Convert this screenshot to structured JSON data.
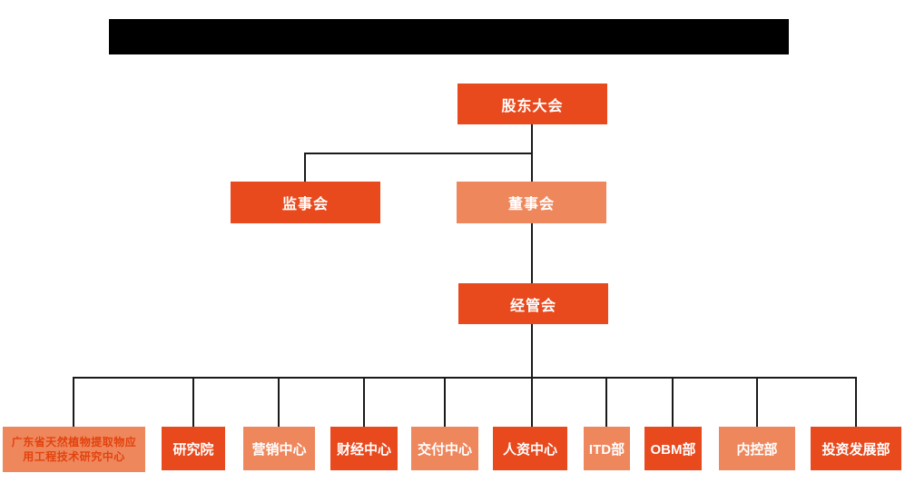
{
  "colors": {
    "primary_orange": "#E8491D",
    "light_orange": "#EF875D",
    "connector_line": "#1A1A1A",
    "redacted_bar": "#000000",
    "special_label_text": "#E2430E",
    "node_text": "#FFFFFF",
    "background": "#FFFFFF"
  },
  "org_chart": {
    "type": "org-tree",
    "title_bar": {
      "redacted": true,
      "text": ""
    },
    "root": {
      "label": "股东大会"
    },
    "level_2": [
      {
        "label": "监事会"
      },
      {
        "label": "董事会"
      }
    ],
    "level_3": [
      {
        "label": "经管会"
      }
    ],
    "departments": [
      {
        "label": "广东省天然植物提取物应用工程技术研究中心"
      },
      {
        "label": "研究院"
      },
      {
        "label": "营销中心"
      },
      {
        "label": "财经中心"
      },
      {
        "label": "交付中心"
      },
      {
        "label": "人资中心"
      },
      {
        "label": "ITD部"
      },
      {
        "label": "OBM部"
      },
      {
        "label": "内控部"
      },
      {
        "label": "投资发展部"
      }
    ]
  }
}
